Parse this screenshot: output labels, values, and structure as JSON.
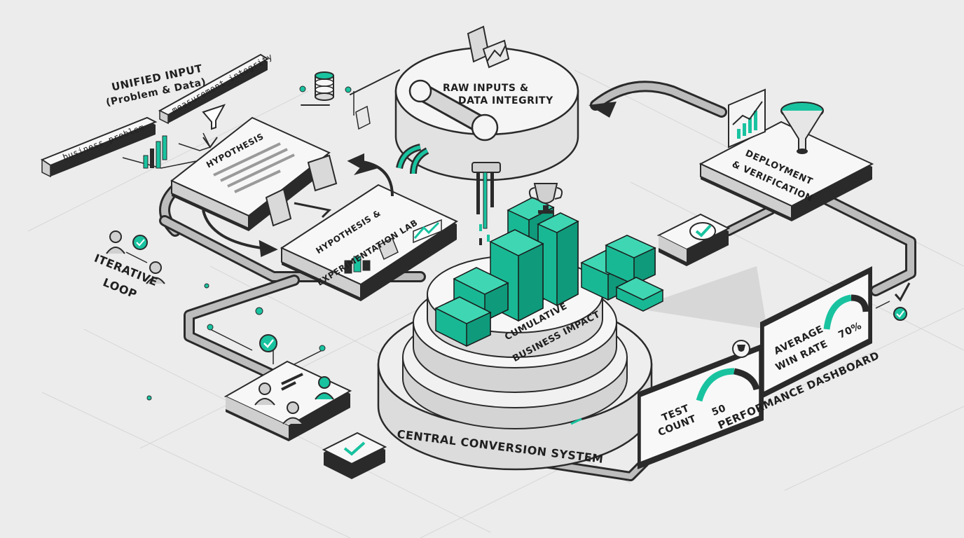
{
  "inputs": {
    "title_line1": "UNIFIED INPUT",
    "title_line2": "(Problem & Data)",
    "tag_problem": "business_problem",
    "tag_measurement": "measurement_integrity"
  },
  "hypothesis_card": {
    "label": "HYPOTHESIS"
  },
  "lab": {
    "line1": "HYPOTHESIS &",
    "line2": "EXPERIMENTATION LAB"
  },
  "raw_inputs": {
    "line1": "RAW INPUTS &",
    "line2": "DATA INTEGRITY"
  },
  "deployment": {
    "line1": "DEPLOYMENT",
    "line2": "& VERIFICATION"
  },
  "loop": {
    "line1": "ITERATIVE",
    "line2": "LOOP"
  },
  "impact": {
    "line1": "CUMULATIVE",
    "line2": "BUSINESS IMPACT"
  },
  "central": {
    "label": "CENTRAL CONVERSION SYSTEM"
  },
  "dashboard": {
    "label": "PERFORMANCE DASHBOARD",
    "test_count": {
      "line1": "TEST",
      "line2": "COUNT",
      "value": "50"
    },
    "win_rate": {
      "line1": "AVERAGE",
      "line2": "WIN RATE",
      "value": "70%"
    }
  },
  "colors": {
    "accent": "#19c3a0",
    "line": "#2a2a2a",
    "pipe": "#5a5a5a",
    "panel": "#f6f6f6"
  },
  "icons": [
    "database-icon",
    "document-icon",
    "funnel-icon",
    "trophy-icon",
    "checkmark-icon",
    "users-icon",
    "bar-chart-icon",
    "gauge-icon"
  ]
}
